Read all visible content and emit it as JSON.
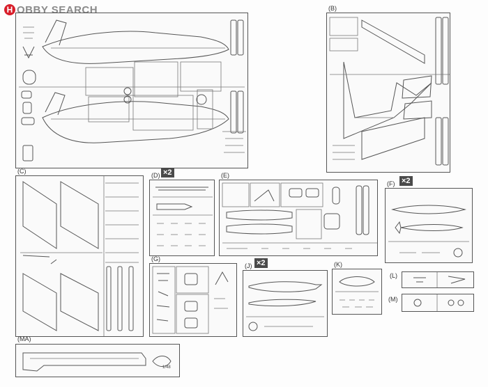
{
  "watermark": {
    "brand_letter": "H",
    "brand_word": "OBBY SEARCH"
  },
  "sprues": {
    "A": {
      "label": ""
    },
    "B": {
      "label": "(B)"
    },
    "C": {
      "label": "(C)"
    },
    "D": {
      "label": "(D)",
      "multiplier": "×2"
    },
    "E": {
      "label": "(E)"
    },
    "F": {
      "label": "(F)",
      "multiplier": "×2"
    },
    "G": {
      "label": "(G)"
    },
    "J": {
      "label": "(J)",
      "multiplier": "×2"
    },
    "K": {
      "label": "(K)"
    },
    "L": {
      "label": "(L)"
    },
    "M": {
      "label": "(M)"
    },
    "MA": {
      "label": "(MA)",
      "code": "1/48"
    }
  }
}
